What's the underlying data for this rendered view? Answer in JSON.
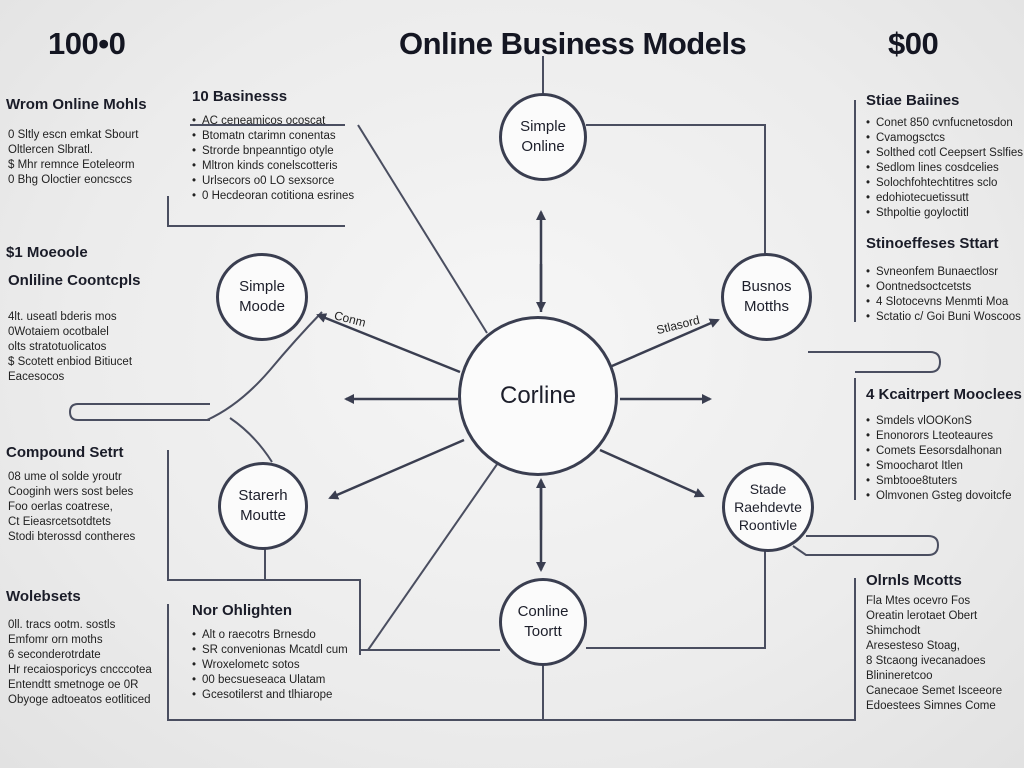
{
  "header": {
    "title": "Online Business Models",
    "left_number": "100•0",
    "right_number": "$00"
  },
  "nodes": {
    "center": "Corline",
    "top": "Simple\nOnline",
    "left_upper": "Simple\nMoode",
    "left_lower": "Starerh\nMoutte",
    "right_upper": "Busnos\nMotths",
    "right_lower": "Stade\nRaehdevte\nRoontivle",
    "bottom": "Conline\nToortt"
  },
  "edge_labels": {
    "left": "Conm",
    "right": "Stlasord"
  },
  "left_sections": [
    {
      "title": "Wrom Online Mohls",
      "items": [
        "0 Sltly escn emkat Sbourt",
        "Oltlercen Slbratl.",
        "$ Mhr remnce Eoteleorm",
        "0 Bhg Oloctier eoncsccs"
      ]
    },
    {
      "title": "$1 Moeoole",
      "items": []
    },
    {
      "title": "Onliline Coontcpls",
      "items": [
        "4lt. useatl bderis mos",
        "0Wotaiem ocotbalel",
        "olts stratotuolicatos",
        "$ Scotett enbiod Bitiucet",
        "Eacesocos"
      ]
    },
    {
      "title": "Compound Setrt",
      "items": [
        "08 ume ol solde yroutr",
        "Cooginh wers sost beles",
        "Foo oerlas coatrese,",
        "Ct Eieasrcetsotdtets",
        "Stodi bterossd contheres"
      ]
    },
    {
      "title": "Wolebsets",
      "items": [
        "0ll. tracs ootm. sostls",
        "Emfomr orn moths",
        "6 seconderotrdate",
        "Hr recaiosporicys cncccotea",
        "Entendtt smetnoge oe 0R",
        "Obyoge adtoeatos eotliticed"
      ]
    }
  ],
  "top_mid_section": {
    "title": "10 Basinesss",
    "items": [
      "AC ceneamicos ocoscat",
      "Btomatn ctarimn conentas",
      "Strorde bnpeanntigo otyle",
      "Mltron kinds conelscotteris",
      "Urlsecors o0 LO sexsorce",
      "0 Hecdeoran cotitiona esrines"
    ]
  },
  "bottom_mid_section": {
    "title": "Nor Ohlighten",
    "items": [
      "Alt o raecotrs Brnesdo",
      "SR convenionas Mcatdl cum",
      "Wroxelometc sotos",
      "00 becsueseaca Ulatam",
      "Gcesotilerst and tlhiarope"
    ]
  },
  "right_sections": [
    {
      "title": "Stiae Baiines",
      "items": [
        "Conet 850 cvnfucnetosdon",
        "Cvamogsctcs",
        "Solthed cotl Ceepsert Sslfies",
        "Sedlom lines cosdcelies",
        "Solochfohtechtitres sclo",
        "edohiotecuetissutt",
        "Sthpoltie goyloctitl"
      ]
    },
    {
      "title": "Stinoeffeses Sttart",
      "items": [
        "Svneonfem Bunaectlosr",
        "Oontnedsoctcetsts",
        "4 Slotocevns Menmti Moa",
        "Sctatio c/ Goi Buni Woscoos"
      ]
    },
    {
      "title": "4 Kcaitrpert Mooclees",
      "items": [
        "Smdels vlOOKonS",
        "Enonorors Lteoteaures",
        "Comets Eesorsdalhonan",
        "Smoocharot Itlen",
        "Smbtooe8tuters",
        "Olmvonen Gsteg dovoitcfe"
      ]
    },
    {
      "title": "Olrnls Mcotts",
      "items": [
        "Fla Mtes ocevro Fos",
        "Oreatin lerotaet Obert",
        "Shimchodt",
        "Aresesteso Stoag,",
        "8 Stcaong ivecanadoes",
        "Blinineretcoo",
        "Canecaoe Semet Isceeore",
        "Edoestees Simnes Come"
      ]
    }
  ]
}
